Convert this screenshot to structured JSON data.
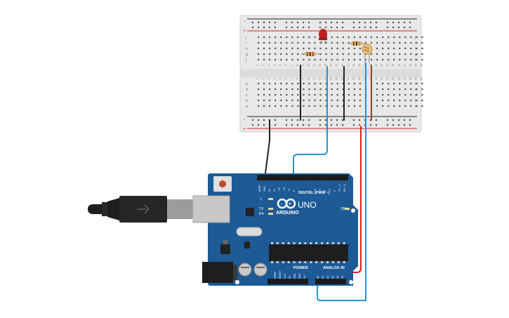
{
  "breadboard": {
    "columns": 30,
    "col_numbers": [
      "1",
      "2",
      "3",
      "4",
      "5",
      "6",
      "7",
      "8",
      "9",
      "10",
      "11",
      "12",
      "13",
      "14",
      "15",
      "16",
      "17",
      "18",
      "19",
      "20",
      "21",
      "22",
      "23",
      "24",
      "25",
      "26",
      "27",
      "28",
      "29",
      "30"
    ],
    "rows_top": [
      "j",
      "i",
      "h",
      "g",
      "f"
    ],
    "rows_bottom": [
      "e",
      "d",
      "c",
      "b",
      "a"
    ],
    "rail_minus": "-",
    "rail_plus": "+"
  },
  "arduino": {
    "brand": "ARDUINO",
    "model": "UNO",
    "on_label": "ON",
    "tx_label": "TX",
    "rx_label": "RX",
    "l_label": "L",
    "digital_label": "DIGITAL (PWM ~)",
    "power_label": "POWER",
    "analog_label": "ANALOG IN",
    "digital_pins": [
      "AREF",
      "GND",
      "13",
      "12",
      "~11",
      "~10",
      "~9",
      "8",
      "7",
      "~6",
      "~5",
      "4",
      "~3",
      "2",
      "TX→1",
      "RX←0"
    ],
    "power_pins": [
      "IOREF",
      "RESET",
      "3.3V",
      "5V",
      "GND",
      "GND",
      "Vin"
    ],
    "analog_pins": [
      "A0",
      "A1",
      "A2",
      "A3",
      "A4",
      "A5"
    ]
  },
  "colors": {
    "board_blue": "#1d5a96",
    "breadboard": "#e8e8e8",
    "wire_black": "#222222",
    "wire_blue": "#2a8fd0",
    "wire_red": "#e02020",
    "led_red": "#c0201c"
  },
  "icons": [
    "usb-cable-icon",
    "led-icon",
    "resistor-icon",
    "photoresistor-icon",
    "infinity-logo-icon"
  ]
}
